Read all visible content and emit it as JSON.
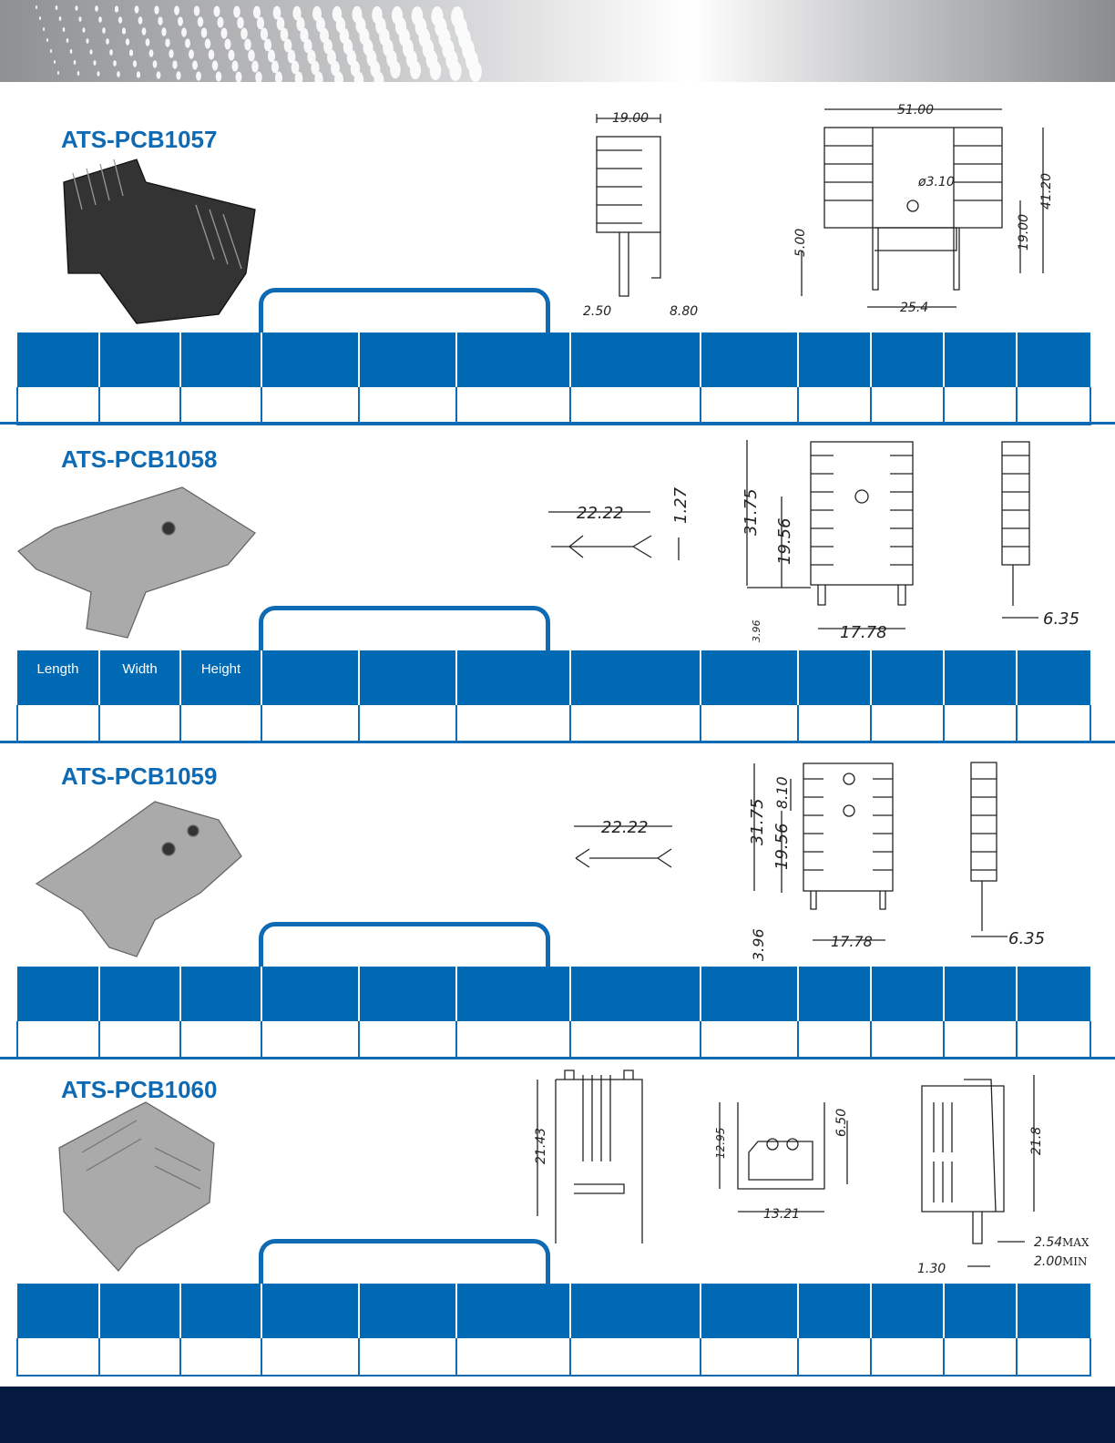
{
  "sections": [
    {
      "title": "ATS-PCB1057",
      "headers": [
        "",
        "",
        "",
        "",
        "",
        "",
        "",
        "",
        "",
        "",
        "",
        ""
      ],
      "dims": {
        "a": "19.00",
        "b": "2.50",
        "c": "8.80",
        "d": "51.00",
        "e": "ø3.10",
        "f": "41.20",
        "g": "19.00",
        "h": "5.00",
        "i": "25.4"
      }
    },
    {
      "title": "ATS-PCB1058",
      "headers": [
        "Length",
        "Width",
        "Height",
        "",
        "",
        "",
        "",
        "",
        "",
        "",
        "",
        ""
      ],
      "dims": {
        "a": "22.22",
        "b": "1.27",
        "c": "31.75",
        "d": "19.56",
        "e": "3.96",
        "f": "17.78",
        "g": "6.35"
      }
    },
    {
      "title": "ATS-PCB1059",
      "headers": [
        "",
        "",
        "",
        "",
        "",
        "",
        "",
        "",
        "",
        "",
        "",
        ""
      ],
      "dims": {
        "a": "22.22",
        "b": "31.75",
        "c": "8.10",
        "d": "19.56",
        "e": "3.96",
        "f": "17.78",
        "g": "6.35"
      }
    },
    {
      "title": "ATS-PCB1060",
      "headers": [
        "",
        "",
        "",
        "",
        "",
        "",
        "",
        "",
        "",
        "",
        "",
        ""
      ],
      "dims": {
        "a": "21.43",
        "b": "12.95",
        "c": "6.50",
        "d": "13.21",
        "e": "21.8",
        "f": "2.54",
        "f2": "MAX",
        "g": "2.00",
        "g2": "MIN",
        "h": "1.30"
      }
    }
  ]
}
